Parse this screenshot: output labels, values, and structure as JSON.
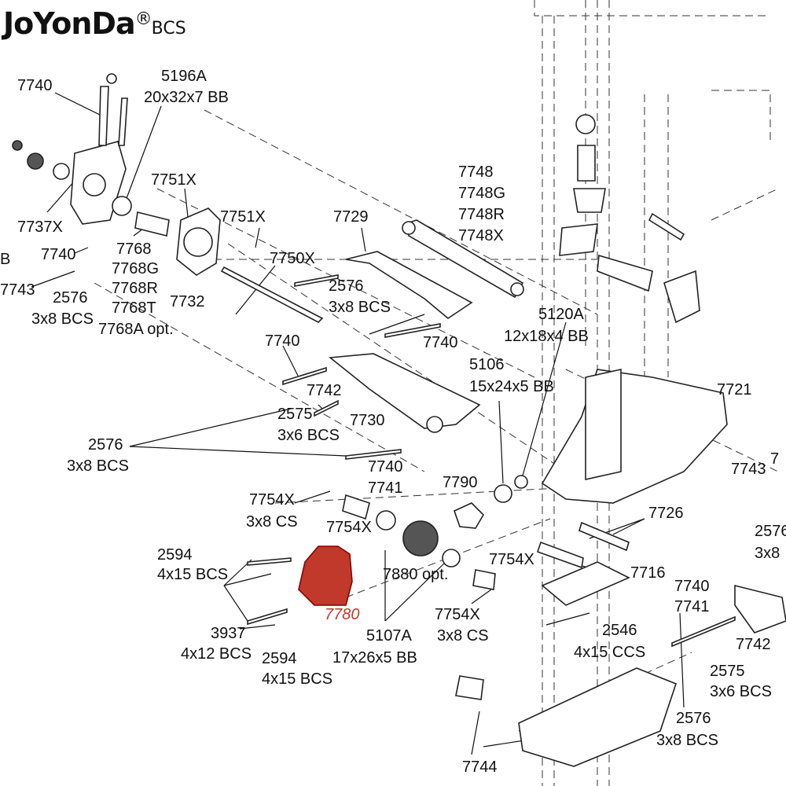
{
  "brand": {
    "name": "JoYonDa",
    "reg": "®",
    "suffix": "BCS"
  },
  "labels": [
    {
      "text": "7740"
    },
    {
      "text": "5196A"
    },
    {
      "text": "20x32x7 BB"
    },
    {
      "text": "7751X"
    },
    {
      "text": "7737X"
    },
    {
      "text": "7740"
    },
    {
      "text": "7768"
    },
    {
      "text": "7768G"
    },
    {
      "text": "7768R"
    },
    {
      "text": "7768T"
    },
    {
      "text": "7768A opt."
    },
    {
      "text": "7751X"
    },
    {
      "text": "7750X"
    },
    {
      "text": "7732"
    },
    {
      "text": "7743"
    },
    {
      "text": "2576"
    },
    {
      "text": "3x8 BCS"
    },
    {
      "text": "7729"
    },
    {
      "text": "7748"
    },
    {
      "text": "7748G"
    },
    {
      "text": "7748R"
    },
    {
      "text": "7748X"
    },
    {
      "text": "2576"
    },
    {
      "text": "3x8 BCS"
    },
    {
      "text": "5120A"
    },
    {
      "text": "12x18x4 BB"
    },
    {
      "text": "7740"
    },
    {
      "text": "7740"
    },
    {
      "text": "5106"
    },
    {
      "text": "15x24x5 BB"
    },
    {
      "text": "7721"
    },
    {
      "text": "7742"
    },
    {
      "text": "2575"
    },
    {
      "text": "3x6 BCS"
    },
    {
      "text": "7730"
    },
    {
      "text": "2576"
    },
    {
      "text": "3x8 BCS"
    },
    {
      "text": "7740"
    },
    {
      "text": "7741"
    },
    {
      "text": "7790"
    },
    {
      "text": "7743"
    },
    {
      "text": "7754X"
    },
    {
      "text": "3x8 CS"
    },
    {
      "text": "7754X"
    },
    {
      "text": "7726"
    },
    {
      "text": "2576"
    },
    {
      "text": "3x8"
    },
    {
      "text": "2594"
    },
    {
      "text": "4x15 BCS"
    },
    {
      "text": "7880 opt."
    },
    {
      "text": "7754X"
    },
    {
      "text": "7716"
    },
    {
      "text": "7740"
    },
    {
      "text": "7741"
    },
    {
      "text": "3937"
    },
    {
      "text": "4x12 BCS"
    },
    {
      "text": "7780"
    },
    {
      "text": "7754X"
    },
    {
      "text": "3x8 CS"
    },
    {
      "text": "2546"
    },
    {
      "text": "4x15 CCS"
    },
    {
      "text": "7742"
    },
    {
      "text": "2594"
    },
    {
      "text": "4x15 BCS"
    },
    {
      "text": "5107A"
    },
    {
      "text": "17x26x5 BB"
    },
    {
      "text": "2575"
    },
    {
      "text": "3x6 BCS"
    },
    {
      "text": "2576"
    },
    {
      "text": "3x8 BCS"
    },
    {
      "text": "7744"
    },
    {
      "text": "B"
    },
    {
      "text": "7"
    }
  ],
  "colors": {
    "highlight": "#c0392b",
    "ink": "#111111"
  }
}
